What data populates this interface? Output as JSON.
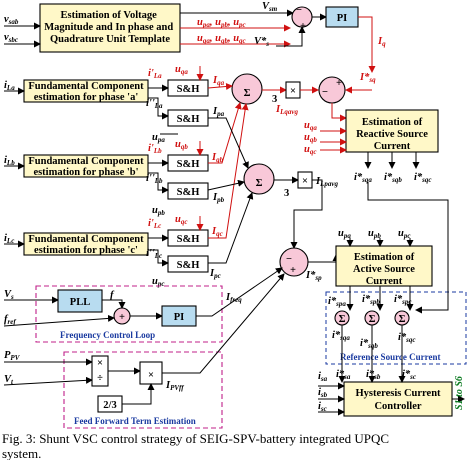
{
  "blocks": {
    "voltage_template": "Estimation of Voltage Magnitude and In phase and Quadrature Unit Template",
    "fund_a": "Fundamental Component estimation for phase 'a'",
    "fund_b": "Fundamental Component estimation for phase 'b'",
    "fund_c": "Fundamental Component estimation for phase 'c'",
    "sh": "S&H",
    "pi": "PI",
    "reactive": "Estimation of Reactive Source Current",
    "active": "Estimation of Active Source Current",
    "reference": "Reference Source Current",
    "hysteresis": "Hysteresis Current Controller",
    "pll": "PLL",
    "frac": "2/3",
    "three": "3",
    "freq_loop": "Frequency Control Loop",
    "feed_forward": "Feed Forward Term Estimation"
  },
  "signals": {
    "v_sab": "v_sab",
    "v_sbc": "v_sbc",
    "v_m": "V_sm",
    "v_s_ref": "V*_s",
    "u_pabc": "u_pa, u_pb, u_pc",
    "u_qabc": "u_qa, u_qb, u_qc",
    "i_la": "i_La",
    "i_lb": "i_Lb",
    "i_lc": "i_Lc",
    "i1_la": "i'_La",
    "i2_la": "i''_La",
    "i1_lb": "i'_Lb",
    "i2_lb": "i''_Lb",
    "i1_lc": "i'_Lc",
    "i2_lc": "i''_Lc",
    "u_qa": "u_qa",
    "u_qb": "u_qb",
    "u_qc": "u_qc",
    "u_pa": "u_pa",
    "u_pb": "u_pb",
    "u_pc": "u_pc",
    "i_qa": "I_qa",
    "i_qb": "I_qb",
    "i_qc": "I_qc",
    "i_pa": "I_pa",
    "i_pb": "I_pb",
    "i_pc": "I_pc",
    "i_q": "I_q",
    "i_sq_ref": "I*_sq",
    "i_lqavg": "I_Lqavg",
    "i_lpavg": "I_Lpavg",
    "i_sqa": "i*_sqa",
    "i_sqb": "i*_sqb",
    "i_sqc": "i*_sqc",
    "i_sp_ref": "I*_sp",
    "i_freq": "I_freq",
    "i_pvff": "I_PVff",
    "i_spa": "i*_spa",
    "i_spb": "i*_spb",
    "i_spc": "i*_spc",
    "i_sa_ref": "i*_sa",
    "i_sb_ref": "i*_sb",
    "i_sc_ref": "i*_sc",
    "i_sa": "i_sa",
    "i_sb": "i_sb",
    "i_sc": "i_sc",
    "v_s": "V_s",
    "f": "f",
    "f_ref": "f_ref",
    "p_pv": "P_PV",
    "v_t": "V_t",
    "switches": "S1 to S6"
  },
  "caption": "Fig. 3: Shunt VSC control strategy of SEIG-SPV-battery integrated UPQC system.",
  "colors": {
    "signal_red": "#d01010",
    "block_fill": "#fff8c8",
    "sum_fill": "#f8c8d8",
    "loop_border": "#c0208a",
    "pi_fill": "#b8dcf0"
  }
}
